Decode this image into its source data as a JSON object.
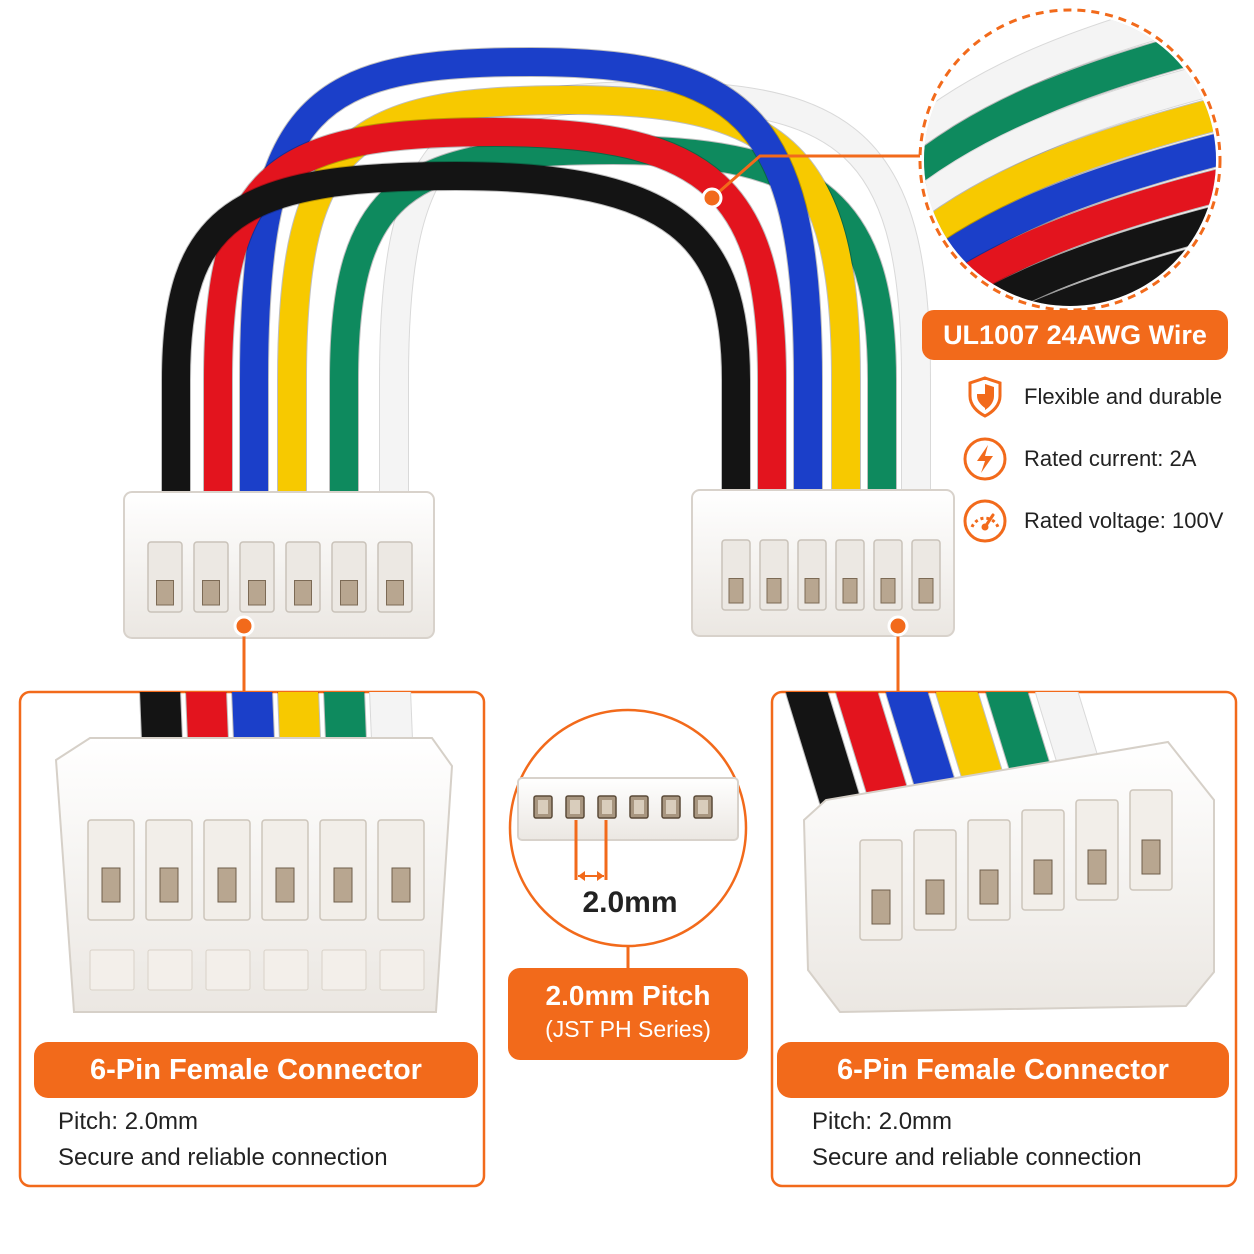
{
  "wire_badge": {
    "label": "UL1007 24AWG Wire"
  },
  "features": [
    {
      "icon": "shield-icon",
      "label": "Flexible and durable"
    },
    {
      "icon": "lightning-icon",
      "label": "Rated current: 2A"
    },
    {
      "icon": "gauge-icon",
      "label": "Rated voltage: 100V"
    }
  ],
  "left_panel": {
    "title": "6-Pin Female Connector",
    "line1": "Pitch: 2.0mm",
    "line2": "Secure and reliable connection"
  },
  "right_panel": {
    "title": "6-Pin Female Connector",
    "line1": "Pitch: 2.0mm",
    "line2": "Secure and reliable connection"
  },
  "pitch": {
    "dimension": "2.0mm",
    "title": "2.0mm Pitch",
    "subtitle": "(JST PH Series)"
  },
  "colors": {
    "accent": "#f26a1b",
    "wire_black": "#141414",
    "wire_red": "#e3141e",
    "wire_blue": "#1b3fc9",
    "wire_yellow": "#f7c900",
    "wire_green": "#0e8a5e",
    "wire_white": "#f4f4f4"
  }
}
